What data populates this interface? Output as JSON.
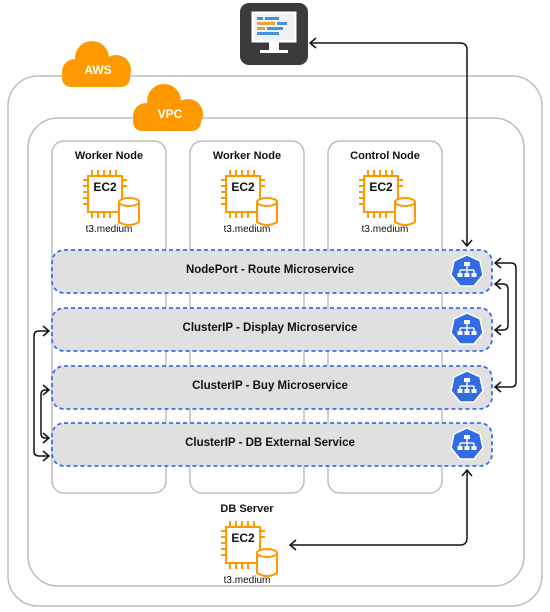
{
  "cloud": {
    "aws_label": "AWS",
    "vpc_label": "VPC"
  },
  "nodes": [
    {
      "title": "Worker Node",
      "chip": "EC2",
      "type": "t3.medium"
    },
    {
      "title": "Worker Node",
      "chip": "EC2",
      "type": "t3.medium"
    },
    {
      "title": "Control Node",
      "chip": "EC2",
      "type": "t3.medium"
    }
  ],
  "services": [
    {
      "label": "NodePort - Route Microservice"
    },
    {
      "label": "ClusterIP - Display Microservice"
    },
    {
      "label": "ClusterIP - Buy Microservice"
    },
    {
      "label": "ClusterIP - DB External Service"
    }
  ],
  "db": {
    "title": "DB Server",
    "chip": "EC2",
    "type": "t3.medium"
  },
  "icons": {
    "client": "monitor-icon",
    "service": "kubernetes-service-icon",
    "compute": "ec2-chip-icon",
    "storage": "database-icon"
  },
  "colors": {
    "orange": "#FF9900",
    "dash_blue": "#3B6FE8",
    "k8s_blue": "#326CE5",
    "panel_gray": "#E0E0E0"
  }
}
